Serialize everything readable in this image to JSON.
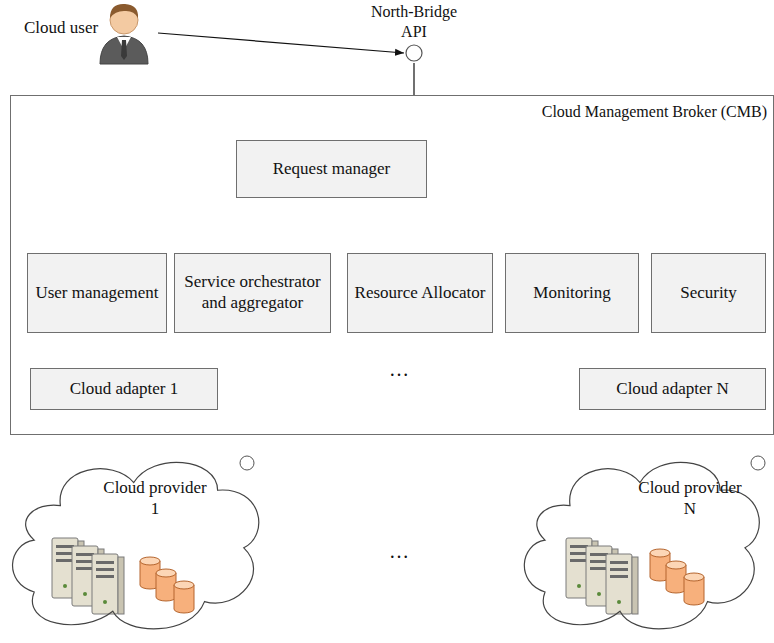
{
  "diagram": {
    "nodes": [
      {
        "text": [
          "Cloud user"
        ]
      },
      {
        "text": [
          "North-Bridge API"
        ]
      },
      {
        "text": [
          "Cloud Management Broker (CMB)"
        ]
      },
      {
        "text": [
          "Request manager"
        ],
        "in": 2
      },
      {
        "text": [
          "User management"
        ],
        "in": 2
      },
      {
        "text": [
          "Service orchestrator and aggregator"
        ],
        "in": 2
      },
      {
        "text": [
          "Resource Allocator"
        ],
        "in": 2
      },
      {
        "text": [
          "Monitoring"
        ],
        "in": 2
      },
      {
        "text": [
          "Security"
        ],
        "in": 2
      },
      {
        "text": [
          "Cloud adapter 1"
        ],
        "in": 2
      },
      {
        "text": [
          "Cloud adapter N"
        ],
        "in": 2
      },
      {
        "text": [
          "Cloud provider 1"
        ]
      },
      {
        "text": [
          "Cloud provider N"
        ]
      }
    ],
    "edges": [
      {
        "from": 0,
        "to": 1,
        "arrow": "to"
      },
      {
        "from": 1,
        "to": 2,
        "arrow": "none"
      }
    ],
    "labels": [
      "…",
      "…"
    ]
  }
}
